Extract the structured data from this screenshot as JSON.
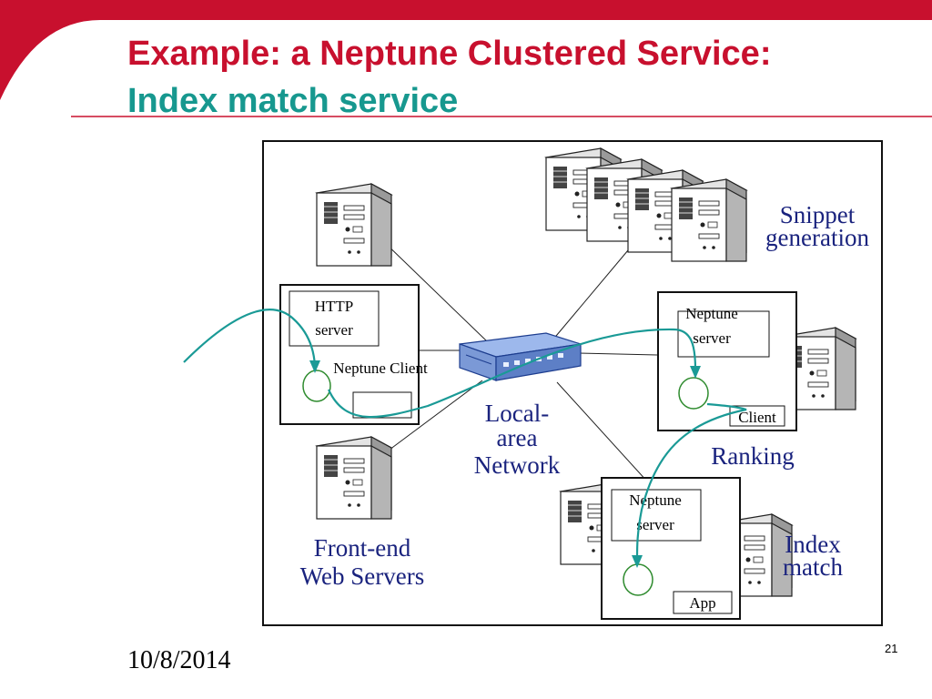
{
  "slide": {
    "title_line1": "Example: a Neptune Clustered Service:",
    "title_line2": "Index match service",
    "date": "10/8/2014",
    "page_number": "21",
    "colors": {
      "red": "#c8102e",
      "teal": "#17988f",
      "label_blue": "#1a237e",
      "arrow_teal": "#1a9a96"
    }
  },
  "diagram": {
    "http_server": "HTTP server",
    "neptune_client": "Neptune Client",
    "neptune_server": "Neptune server",
    "client": "Client",
    "app": "App",
    "lan": "Local-area Network",
    "lan_lines": [
      "Local-",
      "area",
      "Network"
    ],
    "snippet_lines": [
      "Snippet",
      "generation"
    ],
    "ranking": "Ranking",
    "index_lines": [
      "Index",
      "match"
    ],
    "frontend_lines": [
      "Front-end",
      "Web Servers"
    ],
    "icons": [
      "server-tower-icon",
      "network-switch-icon"
    ]
  }
}
